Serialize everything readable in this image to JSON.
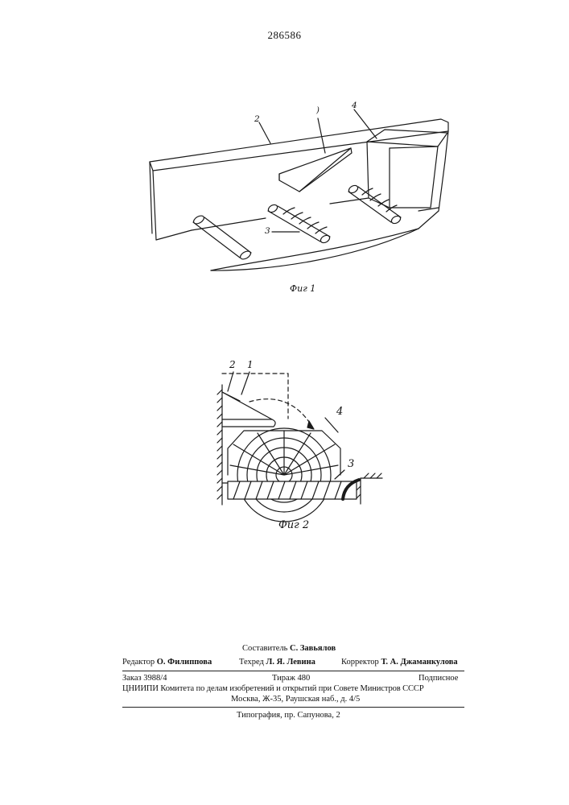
{
  "patent_number": "286586",
  "fig1": {
    "caption": "Фиг 1",
    "labels": {
      "l1": ")",
      "l2": "2",
      "l3": "3",
      "l4": "4"
    }
  },
  "fig2": {
    "caption": "Фиг 2",
    "labels": {
      "l1": "1",
      "l2": "2",
      "l3": "3",
      "l4": "4"
    }
  },
  "colophon": {
    "compiler_role": "Составитель",
    "compiler_name": "С. Завьялов",
    "editor_role": "Редактор",
    "editor_name": "О. Филиппова",
    "techred_role": "Техред",
    "techred_name": "Л. Я. Левина",
    "corrector_role": "Корректор",
    "corrector_name": "Т. А. Джаманкулова",
    "order": "Заказ  3988/4",
    "circulation": "Тираж  480",
    "subscription": "Подписное",
    "institute": "ЦНИИПИ Комитета по делам изобретений и открытий при Совете Министров СССР",
    "address": "Москва, Ж-35, Раушская наб., д. 4/5",
    "printer": "Типография, пр. Сапунова, 2"
  }
}
